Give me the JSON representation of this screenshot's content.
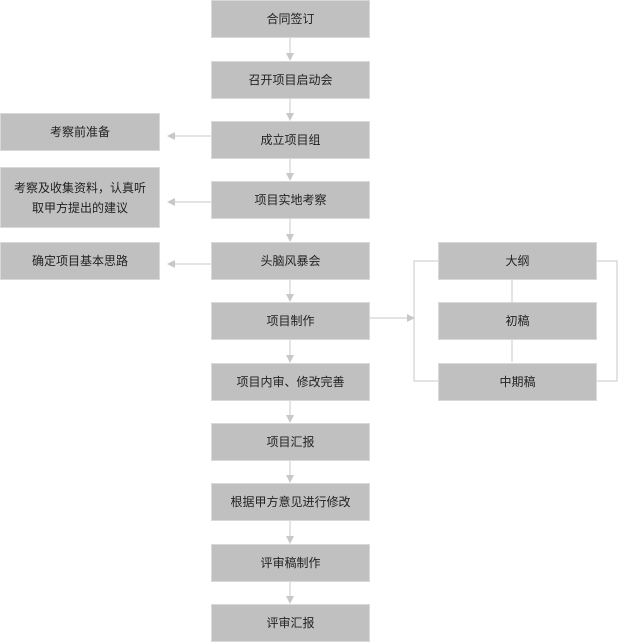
{
  "main_steps": [
    "合同签订",
    "召开项目启动会",
    "成立项目组",
    "项目实地考察",
    "头脑风暴会",
    "项目制作",
    "项目内审、修改完善",
    "项目汇报",
    "根据甲方意见进行修改",
    "评审稿制作",
    "评审汇报"
  ],
  "side_notes": [
    "考察前准备",
    "考察及收集资料，认真听取甲方提出的建议",
    "确定项目基本思路"
  ],
  "sub_steps": [
    "大纲",
    "初稿",
    "中期稿"
  ],
  "colors": {
    "box": "#c0c0c0",
    "line": "#c8c8c8",
    "text": "#222222"
  }
}
